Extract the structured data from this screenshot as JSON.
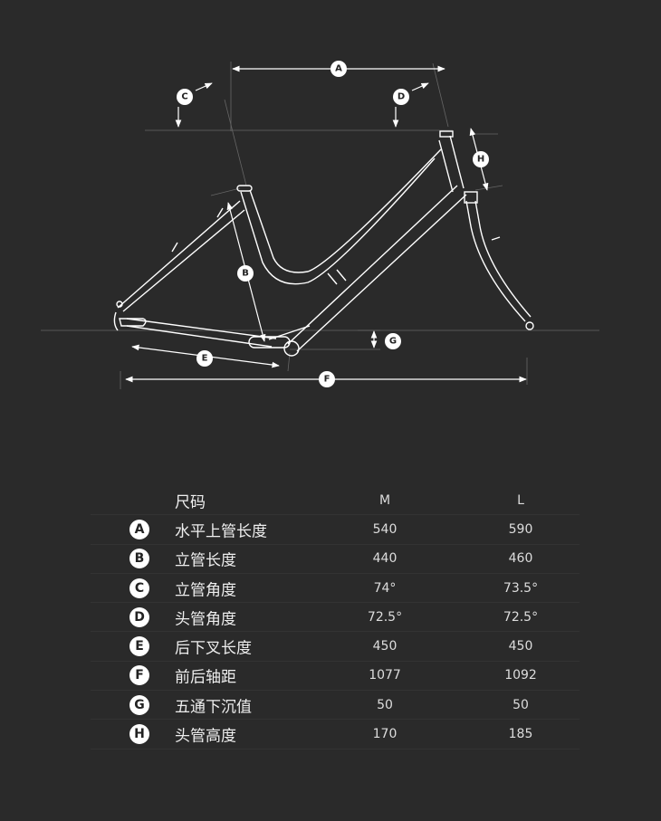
{
  "diagram_labels": [
    "A",
    "B",
    "C",
    "D",
    "E",
    "F",
    "G",
    "H"
  ],
  "table": {
    "header": {
      "name": "尺码",
      "m": "M",
      "l": "L"
    },
    "rows": [
      {
        "key": "A",
        "name": "水平上管长度",
        "m": "540",
        "l": "590"
      },
      {
        "key": "B",
        "name": "立管长度",
        "m": "440",
        "l": "460"
      },
      {
        "key": "C",
        "name": "立管角度",
        "m": "74°",
        "l": "73.5°"
      },
      {
        "key": "D",
        "name": "头管角度",
        "m": "72.5°",
        "l": "72.5°"
      },
      {
        "key": "E",
        "name": "后下叉长度",
        "m": "450",
        "l": "450"
      },
      {
        "key": "F",
        "name": "前后轴距",
        "m": "1077",
        "l": "1092"
      },
      {
        "key": "G",
        "name": "五通下沉值",
        "m": "50",
        "l": "50"
      },
      {
        "key": "H",
        "name": "头管高度",
        "m": "170",
        "l": "185"
      }
    ]
  },
  "colors": {
    "background": "#2a2a2a",
    "line": "#ffffff",
    "guide": "#6a6a6a"
  }
}
